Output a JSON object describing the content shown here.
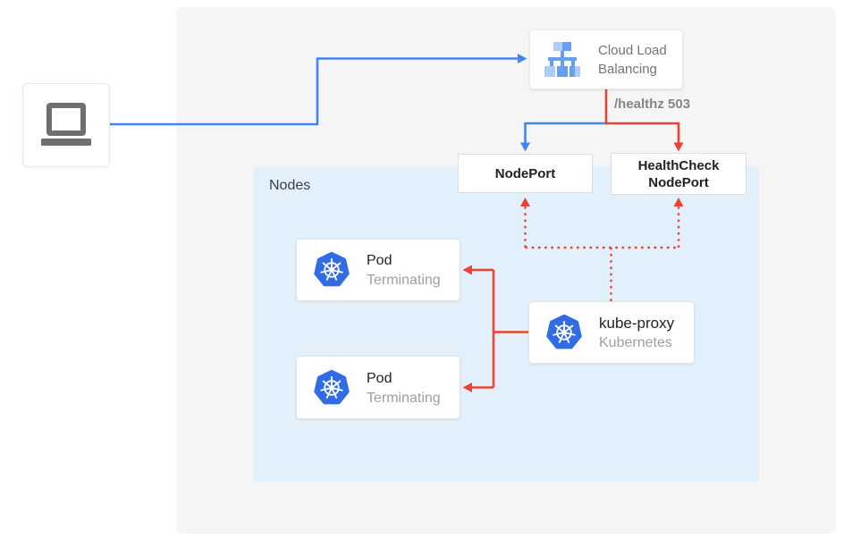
{
  "colors": {
    "blue": "#4285f4",
    "red": "#ea4335",
    "bg_outer": "#f5f5f5",
    "bg_nodes": "#e2f0fc",
    "box_border": "#dadce0",
    "text_dark": "#202124",
    "text_medium": "#70757a",
    "text_gray": "#9aa0a6",
    "health_label_color": "#80868b",
    "nodes_label_color": "#3c4043",
    "icon_gray": "#6f6f6f",
    "k8s_blue": "#326ce5",
    "lb_light": "#aecbfa",
    "lb_mid": "#669df6"
  },
  "regions": {
    "nodes_label": "Nodes"
  },
  "load_balancer": {
    "label": "Cloud Load Balancing"
  },
  "health_check_label": "/healthz 503",
  "nodeport": {
    "label": "NodePort"
  },
  "healthcheck_nodeport": {
    "label_line1": "HealthCheck",
    "label_line2": "NodePort"
  },
  "pods": [
    {
      "title": "Pod",
      "status": "Terminating"
    },
    {
      "title": "Pod",
      "status": "Terminating"
    }
  ],
  "kube_proxy": {
    "title": "kube-proxy",
    "subtitle": "Kubernetes"
  }
}
